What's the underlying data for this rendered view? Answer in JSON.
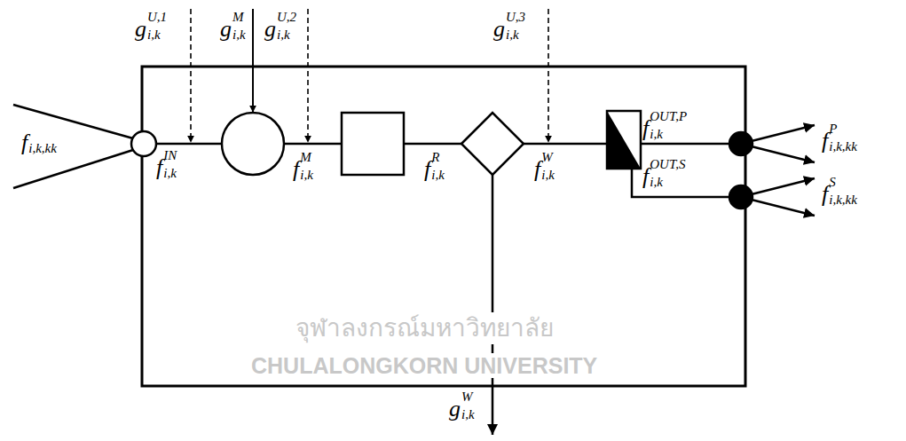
{
  "diagram": {
    "labels": [
      "g",
      "U,1",
      "i,k",
      "g",
      "M",
      "i,k",
      "g",
      "U,2",
      "i,k",
      "g",
      "U,3",
      "i,k",
      "f",
      "i,k,kk",
      "f",
      "IN",
      "i,k",
      "f",
      "M",
      "i,k",
      "f",
      "R",
      "i,k",
      "f",
      "W",
      "i,k",
      "f",
      "OUT,P",
      "i,k",
      "f",
      "OUT,S",
      "i,k",
      "f",
      "P",
      "i,k,kk",
      "f",
      "S",
      "i,k,kk",
      "g",
      "W",
      "i,k",
      "จุฬาลงกรณ์มหาวิทยาลัย",
      "CHULALONGKORN UNIVERSITY"
    ]
  }
}
